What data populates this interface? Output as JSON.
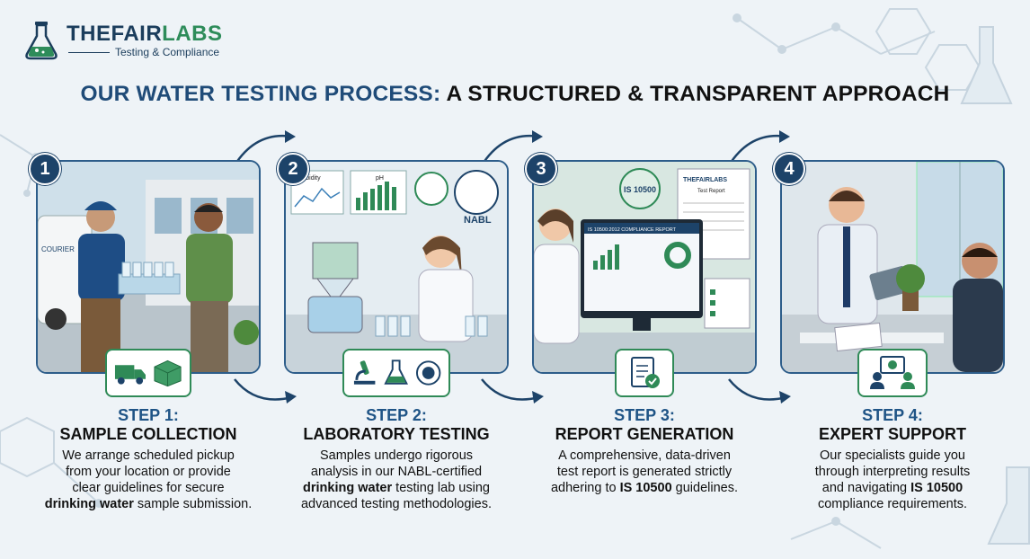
{
  "brand": {
    "name_part1": "THEFAIR",
    "name_part2": "LABS",
    "tagline": "Testing & Compliance"
  },
  "headline": {
    "part1": "OUR WATER TESTING PROCESS:",
    "part2": " A STRUCTURED & TRANSPARENT APPROACH"
  },
  "colors": {
    "navy": "#1d4369",
    "blue_title": "#1f5486",
    "green": "#2f8a57"
  },
  "steps": [
    {
      "number": "1",
      "title_line1": "STEP 1:",
      "title_line2": "SAMPLE COLLECTION",
      "desc_lines": [
        [
          "We arrange scheduled pickup"
        ],
        [
          "from your location or provide"
        ],
        [
          "clear guidelines for secure"
        ],
        [
          "drinking water",
          " sample submission."
        ]
      ],
      "badge_icons": [
        "delivery-truck-icon",
        "package-box-icon"
      ],
      "scene_text": "COURIER"
    },
    {
      "number": "2",
      "title_line1": "STEP 2:",
      "title_line2": "LABORATORY TESTING",
      "desc_lines": [
        [
          "Samples undergo rigorous"
        ],
        [
          "analysis in our NABL-certified"
        ],
        [
          "drinking water",
          " testing lab using"
        ],
        [
          "advanced testing methodologies."
        ]
      ],
      "badge_icons": [
        "microscope-icon",
        "flask-icon",
        "nabl-seal-icon"
      ],
      "scene_labels": [
        "Turbidity",
        "pH",
        "NABL"
      ]
    },
    {
      "number": "3",
      "title_line1": "STEP 3:",
      "title_line2": "REPORT GENERATION",
      "desc_lines": [
        [
          "A comprehensive, data-driven"
        ],
        [
          "test report is generated strictly"
        ],
        [
          "adhering to ",
          "IS 10500",
          " guidelines."
        ]
      ],
      "badge_icons": [
        "report-checklist-icon"
      ],
      "scene_labels": [
        "IS 10500",
        "IS 10500:2012 COMPLIANCE REPORT",
        "THEFAIRLABS",
        "Test Report"
      ]
    },
    {
      "number": "4",
      "title_line1": "STEP 4:",
      "title_line2": "EXPERT SUPPORT",
      "desc_lines": [
        [
          "Our specialists guide you"
        ],
        [
          "through interpreting results"
        ],
        [
          "and navigating ",
          "IS 10500"
        ],
        [
          "compliance requirements."
        ]
      ],
      "badge_icons": [
        "consultation-icon"
      ]
    }
  ]
}
